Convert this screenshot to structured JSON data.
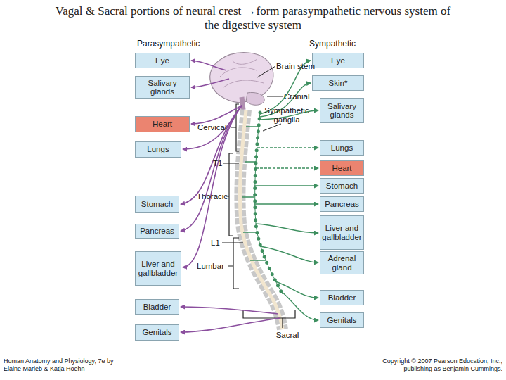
{
  "diagram": {
    "title": "Vagal & Sacral portions of neural crest →form parasympathetic nervous system of the digestive system",
    "nodes": [
      {
        "text": [
          "Eye"
        ]
      },
      {
        "text": [
          "Salivary glands"
        ]
      },
      {
        "text": [
          "Heart"
        ]
      },
      {
        "text": [
          "Lungs"
        ]
      },
      {
        "text": [
          "Stomach"
        ]
      },
      {
        "text": [
          "Pancreas"
        ]
      },
      {
        "text": [
          "Liver and gallbladder"
        ]
      },
      {
        "text": [
          "Bladder"
        ]
      },
      {
        "text": [
          "Genitals"
        ]
      },
      {
        "text": [
          "Eye"
        ]
      },
      {
        "text": [
          "Skin*"
        ]
      },
      {
        "text": [
          "Salivary glands"
        ]
      },
      {
        "text": [
          "Lungs"
        ]
      },
      {
        "text": [
          "Heart"
        ]
      },
      {
        "text": [
          "Stomach"
        ]
      },
      {
        "text": [
          "Pancreas"
        ]
      },
      {
        "text": [
          "Liver and gallbladder"
        ]
      },
      {
        "text": [
          "Adrenal gland"
        ]
      },
      {
        "text": [
          "Bladder"
        ]
      },
      {
        "text": [
          "Genitals"
        ]
      }
    ],
    "labels": [
      "Parasympathetic",
      "Sympathetic",
      "Brain stem",
      "Cranial",
      "Sympathetic ganglia",
      "Cervical",
      "T1",
      "Thoracic",
      "L1",
      "Lumbar",
      "Sacral",
      "Human Anatomy and Physiology, 7e by Elaine Marieb & Katja Hoehn",
      "Copyright © 2007 Pearson Education, Inc., publishing as Benjamin Cummings."
    ]
  }
}
